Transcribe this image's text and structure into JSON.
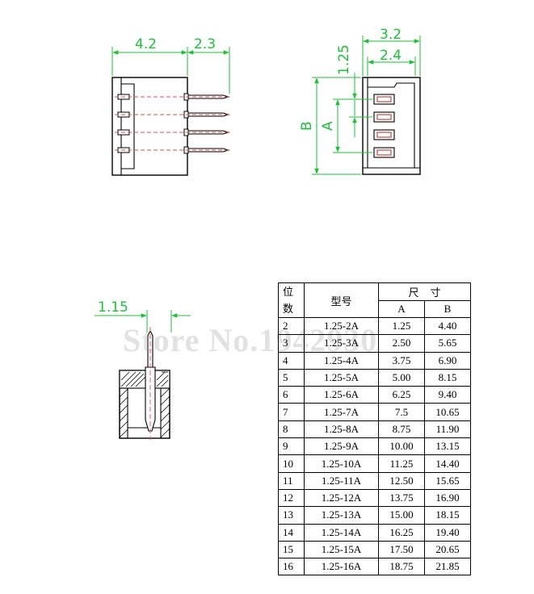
{
  "colors": {
    "outline": "#000000",
    "dimension": "#1fbf3a",
    "pin": "#c0392b",
    "pin_centerline": "#e05050"
  },
  "dimensions": {
    "side_body_width": "4.2",
    "side_pin_length": "2.3",
    "front_total_width": "3.2",
    "front_inner_width": "2.4",
    "front_pitch": "1.25",
    "front_height_b": "B",
    "front_height_a": "A",
    "pin_section_width": "1.15"
  },
  "watermark": "Store No.1942930",
  "table": {
    "header": {
      "pos_top": "位",
      "pos_bottom": "数",
      "model": "型号",
      "size": "尺寸",
      "col_a": "A",
      "col_b": "B"
    },
    "rows": [
      {
        "pos": "2",
        "model": "1.25-2A",
        "a": "1.25",
        "b": "4.40"
      },
      {
        "pos": "3",
        "model": "1.25-3A",
        "a": "2.50",
        "b": "5.65"
      },
      {
        "pos": "4",
        "model": "1.25-4A",
        "a": "3.75",
        "b": "6.90"
      },
      {
        "pos": "5",
        "model": "1.25-5A",
        "a": "5.00",
        "b": "8.15"
      },
      {
        "pos": "6",
        "model": "1.25-6A",
        "a": "6.25",
        "b": "9.40"
      },
      {
        "pos": "7",
        "model": "1.25-7A",
        "a": "7.5",
        "b": "10.65"
      },
      {
        "pos": "8",
        "model": "1.25-8A",
        "a": "8.75",
        "b": "11.90"
      },
      {
        "pos": "9",
        "model": "1.25-9A",
        "a": "10.00",
        "b": "13.15"
      },
      {
        "pos": "10",
        "model": "1.25-10A",
        "a": "11.25",
        "b": "14.40"
      },
      {
        "pos": "11",
        "model": "1.25-11A",
        "a": "12.50",
        "b": "15.65"
      },
      {
        "pos": "12",
        "model": "1.25-12A",
        "a": "13.75",
        "b": "16.90"
      },
      {
        "pos": "13",
        "model": "1.25-13A",
        "a": "15.00",
        "b": "18.15"
      },
      {
        "pos": "14",
        "model": "1.25-14A",
        "a": "16.25",
        "b": "19.40"
      },
      {
        "pos": "15",
        "model": "1.25-15A",
        "a": "17.50",
        "b": "20.65"
      },
      {
        "pos": "16",
        "model": "1.25-16A",
        "a": "18.75",
        "b": "21.85"
      }
    ]
  }
}
